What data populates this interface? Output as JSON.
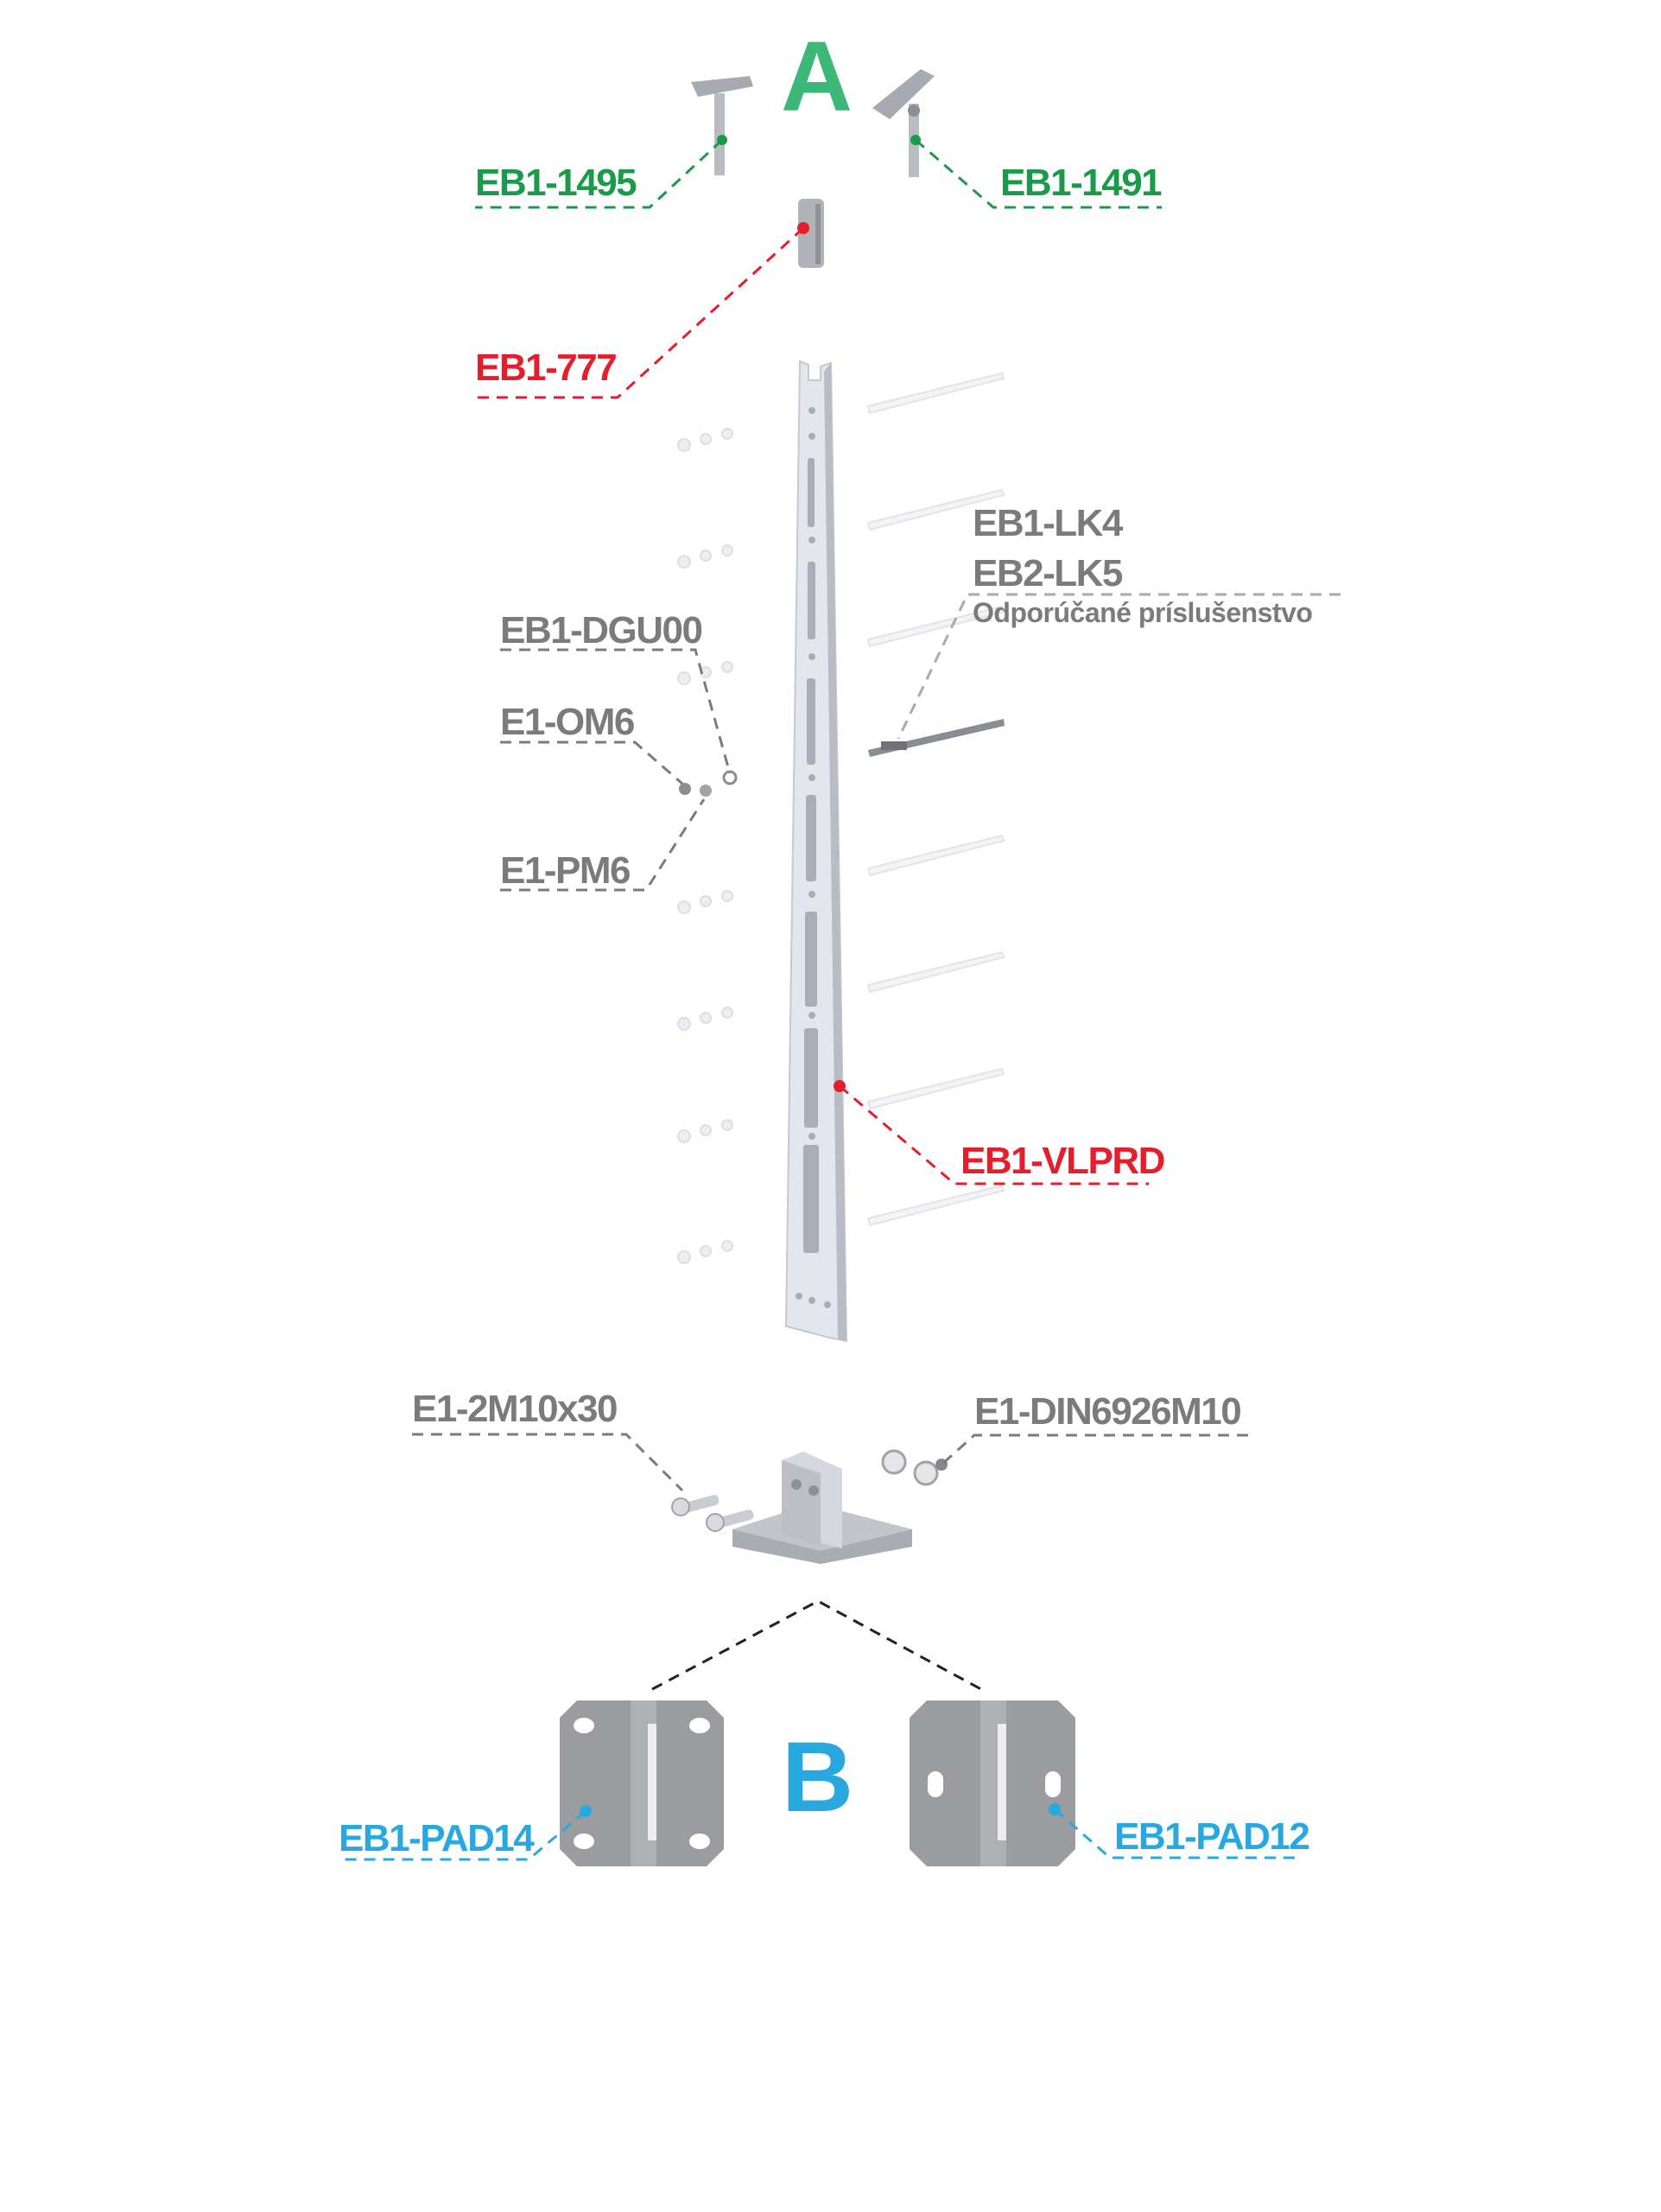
{
  "section_a": {
    "letter": "A",
    "color": "#3cb878"
  },
  "section_b": {
    "letter": "B",
    "color": "#29a8e0"
  },
  "colors": {
    "green": "#1a9a4a",
    "red": "#e31e2d",
    "gray": "#7b7b7b",
    "blue": "#29a8e0"
  },
  "labels": {
    "eb1_1495": "EB1-1495",
    "eb1_1491": "EB1-1491",
    "eb1_777": "EB1-777",
    "eb1_lk4": "EB1-LK4",
    "eb2_lk5": "EB2-LK5",
    "recommended": "Odporúčané príslušenstvo",
    "eb1_dgu00": "EB1-DGU00",
    "e1_om6": "E1-OM6",
    "e1_pm6": "E1-PM6",
    "eb1_vlprd": "EB1-VLPRD",
    "e1_2m10x30": "E1-2M10x30",
    "e1_din6926m10": "E1-DIN6926M10",
    "eb1_pad14": "EB1-PAD14",
    "eb1_pad12": "EB1-PAD12"
  }
}
